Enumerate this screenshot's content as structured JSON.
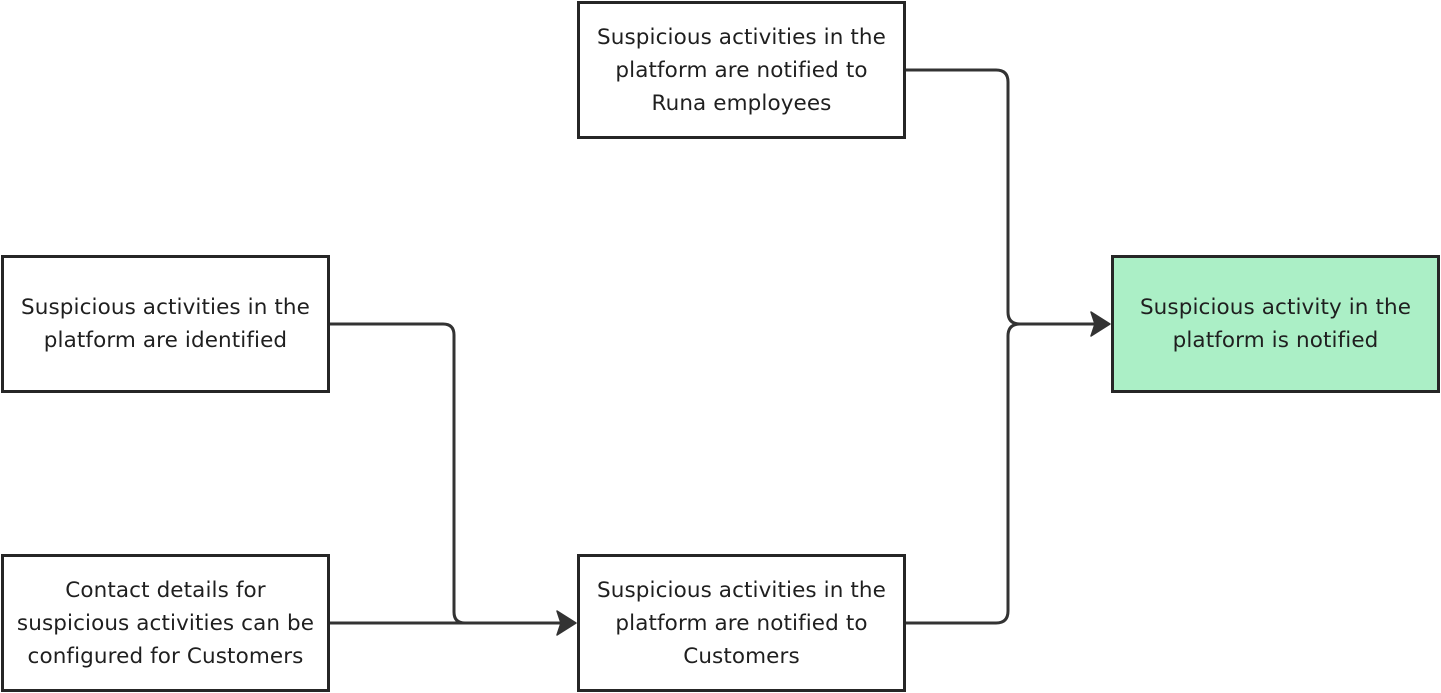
{
  "diagram": {
    "nodes": {
      "identified": {
        "text": "Suspicious activities in the platform are identified"
      },
      "contact": {
        "text": "Contact details for suspicious activities can be configured for Customers"
      },
      "runa": {
        "text": "Suspicious activities in the platform are notified to Runa employees"
      },
      "customers": {
        "text": "Suspicious activities in the platform are notified to Customers"
      },
      "outcome": {
        "text": "Suspicious activity in the platform is notified",
        "fill": "#abefc6"
      }
    },
    "edges": [
      {
        "from": "identified",
        "to": "customers"
      },
      {
        "from": "contact",
        "to": "customers"
      },
      {
        "from": "runa",
        "to": "outcome"
      },
      {
        "from": "customers",
        "to": "outcome"
      }
    ],
    "colors": {
      "border": "#262626",
      "connector": "#333333",
      "outcome_fill": "#abefc6"
    }
  }
}
